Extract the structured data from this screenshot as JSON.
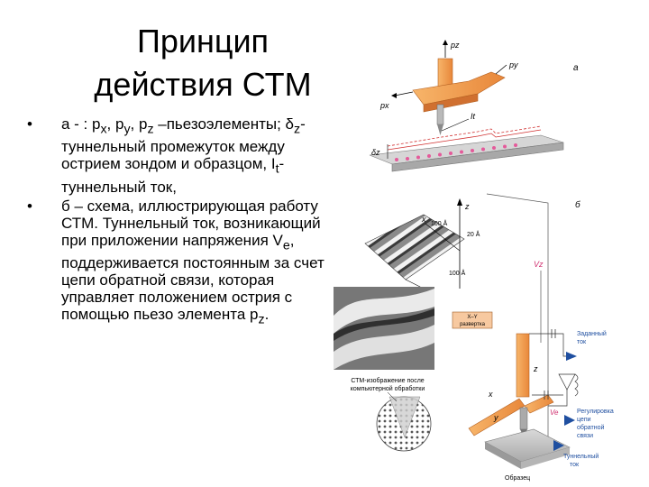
{
  "slide": {
    "title_line1": "Принцип",
    "title_line2": "действия СТМ",
    "bullet1": {
      "marker": "•",
      "t1": "а - : p",
      "s1": "x",
      "t2": ", p",
      "s2": "y",
      "t3": ", p",
      "s3": "z",
      "t4": " –пьезоэлементы; δ",
      "s4": "z",
      "t5": "- туннельный промежуток между острием зондом и образцом, I",
      "s5": "t",
      "t6": "- туннельный ток,"
    },
    "bullet2": {
      "marker": "•",
      "t1": "б – схема, иллюстрирующая работу СТМ. Туннельный ток, возникающий при приложении напряжения V",
      "s1": "e",
      "t2": ", поддерживается постоянным за счет цепи обратной связи, которая управляет положением острия с помощью пьезо элемента p",
      "s2": "z",
      "t3": "."
    }
  },
  "figure": {
    "panel_a": {
      "letter": "а",
      "pz": "pz",
      "py": "py",
      "px": "px",
      "it": "It",
      "dz": "δz"
    },
    "panel_b": {
      "letter": "б",
      "z": "z",
      "x": "x",
      "y": "y",
      "a20": "20 Å",
      "a100_top": "100 Å",
      "a100_bottom": "100 Å",
      "vz": "Vz",
      "scan_line1": "X–Y",
      "scan_line2": "развертка",
      "image_caption_line1": "СТМ-изображение после",
      "image_caption_line2": "компьютерной обработки",
      "set_current_line1": "Заданный",
      "set_current_line2": "ток",
      "feedback_line1": "Регулировка",
      "feedback_line2": "цепи",
      "feedback_line3": "обратной",
      "feedback_line4": "связи",
      "ve": "Ve",
      "tunnel_current_line1": "Туннельный",
      "tunnel_current_line2": "ток",
      "sample": "Образец",
      "x2": "x",
      "y2": "y",
      "z2": "z"
    }
  }
}
